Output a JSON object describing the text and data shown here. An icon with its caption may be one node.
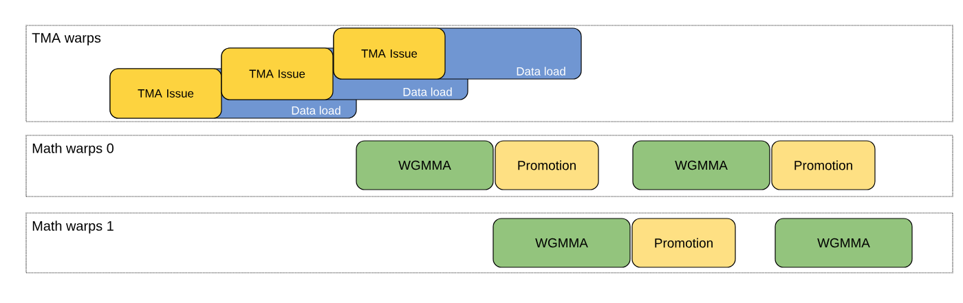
{
  "diagram": {
    "nodes": [
      {
        "text": [
          "TMA warps"
        ]
      },
      {
        "text": [
          "Data load"
        ],
        "in": 0
      },
      {
        "text": [
          "TMA Issue"
        ],
        "in": 1
      },
      {
        "text": [
          "Data load"
        ],
        "in": 0
      },
      {
        "text": [
          "TMA Issue"
        ],
        "in": 3
      },
      {
        "text": [
          "Data load"
        ],
        "in": 0
      },
      {
        "text": [
          "TMA Issue"
        ],
        "in": 5
      },
      {
        "text": [
          "Math warps 0"
        ]
      },
      {
        "text": [
          "WGMMA"
        ],
        "in": 7
      },
      {
        "text": [
          "Promotion"
        ],
        "in": 7
      },
      {
        "text": [
          "WGMMA"
        ],
        "in": 7
      },
      {
        "text": [
          "Promotion"
        ],
        "in": 7
      },
      {
        "text": [
          "Math warps 1"
        ]
      },
      {
        "text": [
          "WGMMA"
        ],
        "in": 12
      },
      {
        "text": [
          "Promotion"
        ],
        "in": 12
      },
      {
        "text": [
          "WGMMA"
        ],
        "in": 12
      }
    ]
  }
}
